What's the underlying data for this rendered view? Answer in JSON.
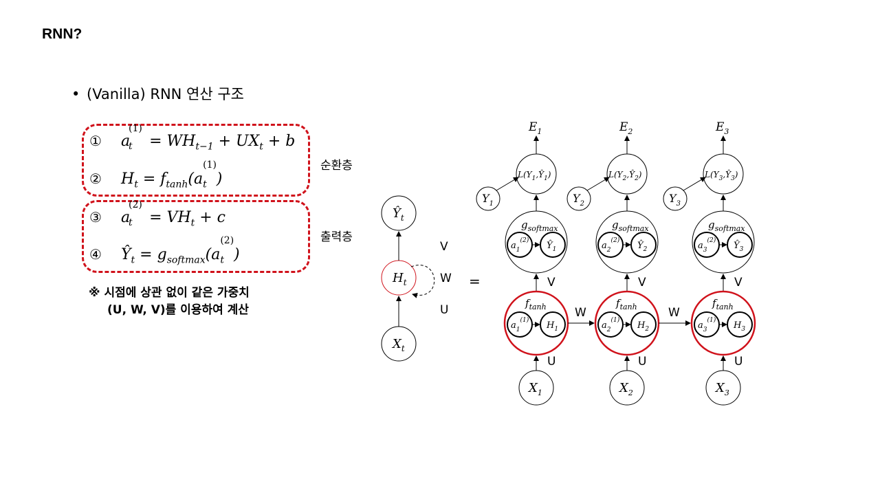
{
  "slide": {
    "title": "RNN?"
  },
  "bullet": {
    "marker": "•",
    "text": "(Vanilla)  RNN 연산 구조"
  },
  "equations": [
    {
      "num": "①",
      "lhs": "a",
      "lhs_sub": "t",
      "lhs_sup": "(1)",
      "rhs": "= WH",
      "rhs_sub1": "t−1",
      "rhs_rest": " + UX",
      "rhs_sub2": "t",
      "rhs_tail": " + b"
    },
    {
      "num": "②",
      "lhs": "H",
      "lhs_sub": "t",
      "rhs": " = f",
      "rhs_sub1": "tanh",
      "rhs_rest": "(a",
      "rhs_sub2": "t",
      "rhs_sup2": "(1)",
      "rhs_tail": ")"
    },
    {
      "num": "③",
      "lhs": "a",
      "lhs_sub": "t",
      "lhs_sup": "(2)",
      "rhs": "= VH",
      "rhs_sub1": "t",
      "rhs_tail": " + c"
    },
    {
      "num": "④",
      "lhs": "Ŷ",
      "lhs_sub": "t",
      "rhs": " = g",
      "rhs_sub1": "softmax",
      "rhs_rest": "(a",
      "rhs_sub2": "t",
      "rhs_sup2": "(2)",
      "rhs_tail": ")"
    }
  ],
  "layers": {
    "recurrent": "순환층",
    "output": "출력층"
  },
  "note": {
    "line1": "※ 시점에 상관 없이 같은 가중치",
    "line2": "(U, W, V)를 이용하여 계산"
  },
  "folded": {
    "y_node": "Ŷ",
    "h_node": "H",
    "x_node": "X",
    "sub": "t",
    "v_label": "V",
    "w_label": "W",
    "u_label": "U"
  },
  "equals": "=",
  "unrolled": {
    "steps": [
      {
        "E": "E",
        "idx": "1",
        "Y": "Y",
        "a2": "a",
        "Yhat": "Ŷ",
        "a1": "a",
        "H": "H",
        "X": "X"
      },
      {
        "E": "E",
        "idx": "2",
        "Y": "Y",
        "a2": "a",
        "Yhat": "Ŷ",
        "a1": "a",
        "H": "H",
        "X": "X"
      },
      {
        "E": "E",
        "idx": "3",
        "Y": "Y",
        "a2": "a",
        "Yhat": "Ŷ",
        "a1": "a",
        "H": "H",
        "X": "X"
      }
    ],
    "loss_label": "L",
    "softmax_label": "g",
    "softmax_sub": "softmax",
    "tanh_label": "f",
    "tanh_sub": "tanh",
    "sup1": "(1)",
    "sup2": "(2)",
    "v_label": "V",
    "w_label": "W",
    "u_label": "U"
  },
  "colors": {
    "accent": "#d0121b",
    "line": "#000000"
  }
}
